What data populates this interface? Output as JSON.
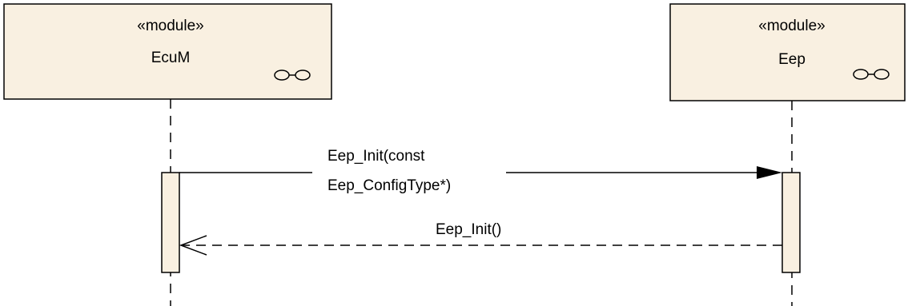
{
  "diagram": {
    "colors": {
      "box_fill": "#f9f0e1",
      "activation_fill": "#f9f0e1",
      "stroke": "#000000"
    },
    "lifelines": [
      {
        "stereotype": "«module»",
        "name": "EcuM",
        "icon": "component-icon"
      },
      {
        "stereotype": "«module»",
        "name": "Eep",
        "icon": "component-icon"
      }
    ],
    "messages": [
      {
        "type": "synchronous-call",
        "from": "EcuM",
        "to": "Eep",
        "label_line1": "Eep_Init(const",
        "label_line2": "Eep_ConfigType*)"
      },
      {
        "type": "return",
        "from": "Eep",
        "to": "EcuM",
        "label": "Eep_Init()"
      }
    ]
  }
}
